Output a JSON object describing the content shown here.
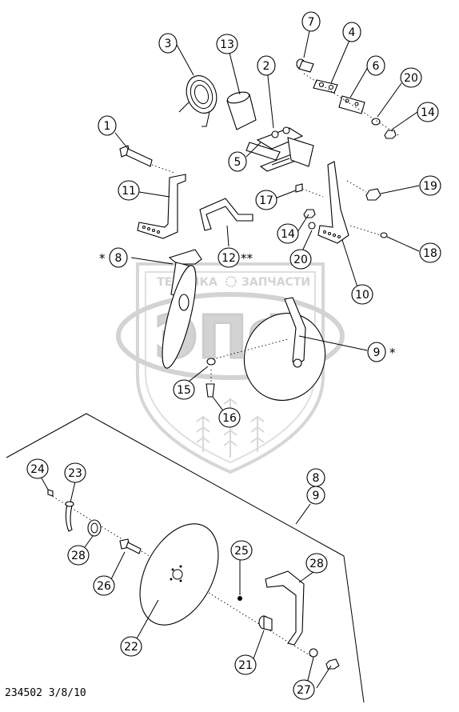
{
  "callouts": [
    {
      "id": "c1",
      "label": "1"
    },
    {
      "id": "c2",
      "label": "2"
    },
    {
      "id": "c3",
      "label": "3"
    },
    {
      "id": "c4",
      "label": "4"
    },
    {
      "id": "c5",
      "label": "5"
    },
    {
      "id": "c6",
      "label": "6"
    },
    {
      "id": "c7",
      "label": "7"
    },
    {
      "id": "c8",
      "label": "8"
    },
    {
      "id": "c9",
      "label": "9"
    },
    {
      "id": "c10",
      "label": "10"
    },
    {
      "id": "c11",
      "label": "11"
    },
    {
      "id": "c12",
      "label": "12"
    },
    {
      "id": "c13",
      "label": "13"
    },
    {
      "id": "c14a",
      "label": "14"
    },
    {
      "id": "c14b",
      "label": "14"
    },
    {
      "id": "c15",
      "label": "15"
    },
    {
      "id": "c16",
      "label": "16"
    },
    {
      "id": "c17",
      "label": "17"
    },
    {
      "id": "c18",
      "label": "18"
    },
    {
      "id": "c19",
      "label": "19"
    },
    {
      "id": "c20a",
      "label": "20"
    },
    {
      "id": "c20b",
      "label": "20"
    },
    {
      "id": "c21",
      "label": "21"
    },
    {
      "id": "c22",
      "label": "22"
    },
    {
      "id": "c23",
      "label": "23"
    },
    {
      "id": "c24",
      "label": "24"
    },
    {
      "id": "c25",
      "label": "25"
    },
    {
      "id": "c26",
      "label": "26"
    },
    {
      "id": "c27",
      "label": "27"
    },
    {
      "id": "c28a",
      "label": "28"
    },
    {
      "id": "c28b",
      "label": "28"
    },
    {
      "id": "c8b",
      "label": "8"
    },
    {
      "id": "c9b",
      "label": "9"
    }
  ],
  "marks": {
    "asterisk_8": "*",
    "asterisk_12": "**",
    "asterisk_9": "*"
  },
  "watermark": {
    "top_left": "ТЕХНИКА",
    "top_right": "ЗАПЧАСТИ",
    "logo": "ЭПФ"
  },
  "footer": {
    "code": "234502 3/8/10"
  }
}
